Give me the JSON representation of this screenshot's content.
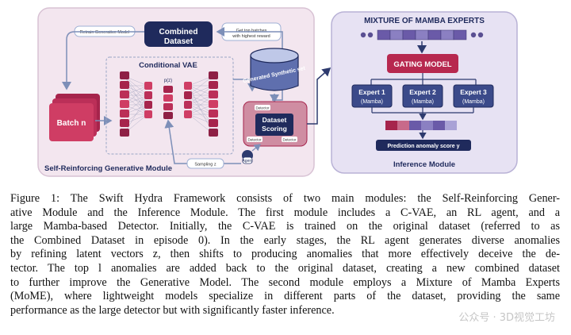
{
  "figure": {
    "combined_dataset": "Combined Dataset",
    "retrain_label": "Retrain Generative Model",
    "get_top_batches_label": "Get top batches with highest reward",
    "conditional_vae": "Conditional VAE",
    "pz": "p(z)",
    "batch_n": "Batch n",
    "generated_synthetic_set": "Generated Synthetic set",
    "detector": "Detector",
    "dataset_scoring": "Dataset Scoring",
    "sampling": "Sampling z",
    "agent": "Agent",
    "module_label_left": "Self-Reinforcing Generative Module",
    "mixture_title": "MIXTURE OF MAMBA EXPERTS",
    "gating_model": "GATING MODEL",
    "experts": [
      {
        "name": "Expert 1",
        "sub": "(Mamba)"
      },
      {
        "name": "Expert 2",
        "sub": "(Mamba)"
      },
      {
        "name": "Expert 3",
        "sub": "(Mamba)"
      }
    ],
    "prediction_label": "Prediction anomaly score y",
    "module_label_right": "Inference Module",
    "colors": {
      "navy": "#1f2a5c",
      "purple": "#6a5aa8",
      "crimson": "#b7284f",
      "pink_panel": "#f3e6ef",
      "lavender_panel": "#e7e2f3"
    }
  },
  "caption": {
    "lines": [
      "Figure 1: The Swift Hydra Framework consists of two main modules: the Self-Reinforcing Gener-",
      "ative Module and the Inference Module. The first module includes a C-VAE, an RL agent, and a",
      "large Mamba-based Detector. Initially, the C-VAE is trained on the original dataset (referred to as",
      "the Combined Dataset in episode 0). In the early stages, the RL agent generates diverse anomalies",
      "by refining latent vectors z, then shifts to producing anomalies that more effectively deceive the de-",
      "tector. The top l anomalies are added back to the original dataset, creating a new combined dataset",
      "to further improve the Generative Model. The second module employs a Mixture of Mamba Experts",
      "(MoME), where lightweight models specialize in different parts of the dataset, providing the same",
      "performance as the large detector but with significantly faster inference."
    ]
  },
  "watermark": "公众号 · 3D视觉工坊"
}
